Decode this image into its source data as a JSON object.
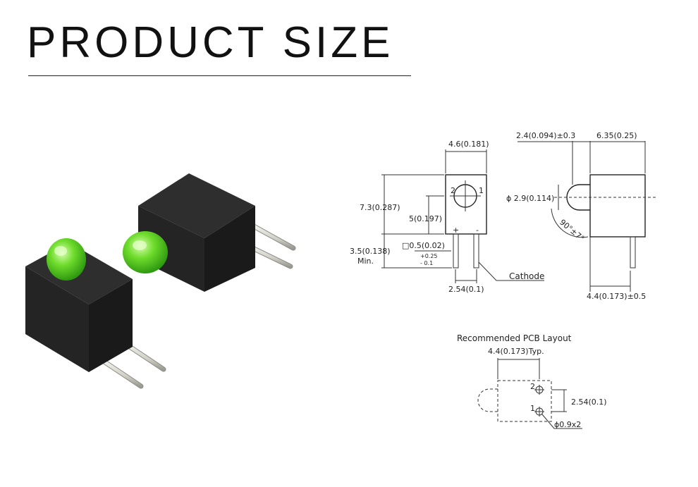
{
  "header": {
    "title": "PRODUCT SIZE"
  },
  "front_view": {
    "width": "4.6(0.181)",
    "height": "7.3(0.287)",
    "center_height": "5(0.197)",
    "lead_length": "3.5(0.138)",
    "lead_length_note": "Min.",
    "lead_square": "□0.5(0.02)",
    "tol_plus": "+0.25",
    "tol_minus": "- 0.1",
    "pitch": "2.54(0.1)",
    "cathode": "Cathode",
    "pin_1": "1",
    "pin_2": "2",
    "plus_sign": "+",
    "minus_sign": "-"
  },
  "side_view": {
    "lens_offset": "2.4(0.094)±0.3",
    "body_depth": "6.35(0.25)",
    "lens_dia": "ϕ 2.9(0.114)",
    "angle": "90°±7°",
    "lead_offset": "4.4(0.173)±0.5"
  },
  "pcb_layout": {
    "title": "Recommended PCB Layout",
    "width": "4.4(0.173)Typ.",
    "pitch": "2.54(0.1)",
    "hole": "ϕ0.9x2",
    "pin_1": "1",
    "pin_2": "2"
  },
  "colors": {
    "body": "#1f1f1f",
    "lens": "#5fd12a",
    "pin": "#d8d8d0",
    "ink": "#222222"
  }
}
